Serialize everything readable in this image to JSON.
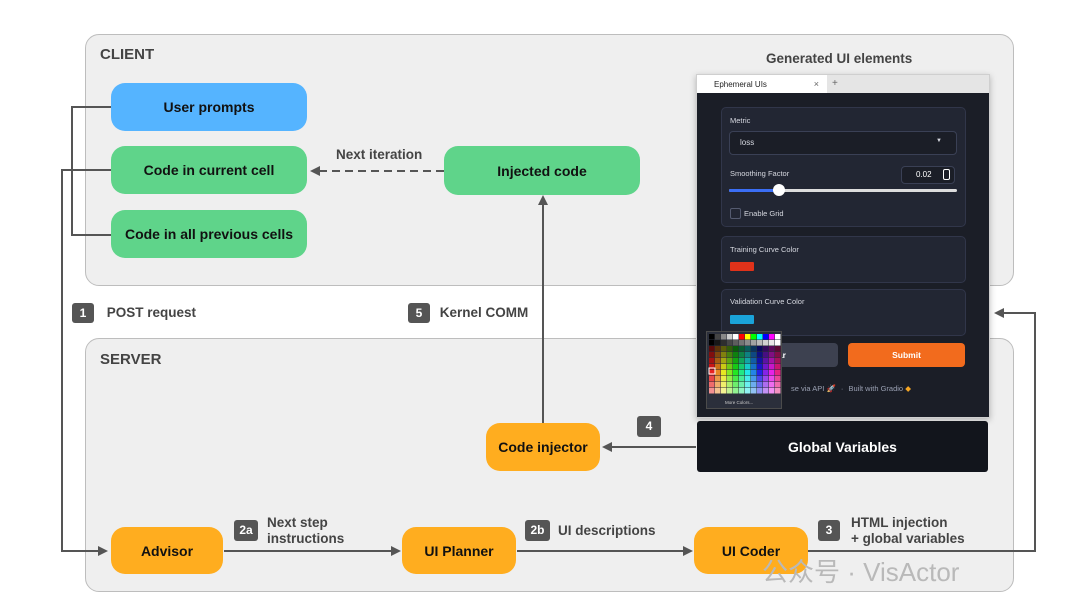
{
  "regions": {
    "client_title": "CLIENT",
    "server_title": "SERVER",
    "generated_title": "Generated UI elements"
  },
  "client_nodes": {
    "user_prompts": "User prompts",
    "code_current": "Code in current cell",
    "code_previous": "Code in all previous cells",
    "injected_code": "Injected code"
  },
  "server_nodes": {
    "advisor": "Advisor",
    "ui_planner": "UI Planner",
    "ui_coder": "UI Coder",
    "code_injector": "Code injector"
  },
  "edges": {
    "next_iteration": "Next iteration",
    "post_badge": "1",
    "post_label": "POST request",
    "kernel_badge": "5",
    "kernel_label": "Kernel COMM",
    "step4_badge": "4",
    "step2a_badge": "2a",
    "step2a_line1": "Next step",
    "step2a_line2": "instructions",
    "step2b_badge": "2b",
    "step2b_label": "UI descriptions",
    "step3_badge": "3",
    "step3_line1": "HTML injection",
    "step3_line2": "+ global variables"
  },
  "generated_ui": {
    "tab_title": "Ephemeral UIs",
    "tab_close": "×",
    "tab_plus": "+",
    "metric_label": "Metric",
    "metric_value": "loss",
    "smoothing_label": "Smoothing Factor",
    "smoothing_value": "0.02",
    "smoothing_fraction": 0.22,
    "grid_label": "Enable Grid",
    "training_label": "Training Curve Color",
    "training_color": "#e0321a",
    "validation_label": "Validation Curve Color",
    "validation_color": "#1aa3d9",
    "clear_label": "ear",
    "submit_label": "Submit",
    "submit_color": "#f26b1d",
    "footer_api": "se via API",
    "footer_sep": "·",
    "footer_built": "Built with Gradio",
    "palette_more": "More Colors..."
  },
  "global_variables": "Global Variables",
  "watermark": "公众号 · VisActor",
  "colors": {
    "blue": "#55b4ff",
    "green": "#5fd48a",
    "orange": "#ffad1f",
    "arrow": "#555555"
  }
}
